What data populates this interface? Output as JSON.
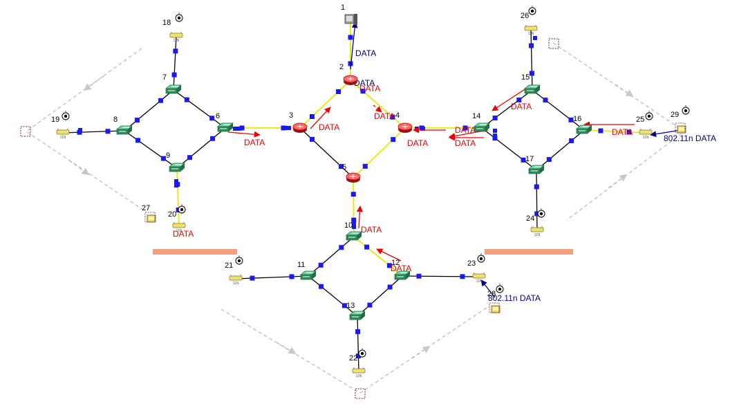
{
  "colors": {
    "wired": "#000000",
    "wireless": "#e8e800",
    "data_flow": "#ee0000",
    "wireless_flow": "#000088",
    "port": "#1a1aee",
    "mobility_path": "#b0b0b0",
    "barrier": "#f4a080",
    "router": "#dd2222",
    "switch": "#2e8b57"
  },
  "ap_text": "11N",
  "nodes": [
    {
      "id": "1",
      "label": "1",
      "type": "server"
    },
    {
      "id": "2",
      "label": "2",
      "type": "router"
    },
    {
      "id": "3",
      "label": "3",
      "type": "router"
    },
    {
      "id": "4",
      "label": "4",
      "type": "router"
    },
    {
      "id": "5",
      "label": "5",
      "type": "router"
    },
    {
      "id": "6",
      "label": "6",
      "type": "switch"
    },
    {
      "id": "7",
      "label": "7",
      "type": "switch"
    },
    {
      "id": "8",
      "label": "8",
      "type": "switch"
    },
    {
      "id": "9",
      "label": "9",
      "type": "switch"
    },
    {
      "id": "10",
      "label": "10",
      "type": "switch"
    },
    {
      "id": "11",
      "label": "11",
      "type": "switch"
    },
    {
      "id": "12",
      "label": "12",
      "type": "switch"
    },
    {
      "id": "13",
      "label": "13",
      "type": "switch"
    },
    {
      "id": "14",
      "label": "14",
      "type": "switch"
    },
    {
      "id": "15",
      "label": "15",
      "type": "switch"
    },
    {
      "id": "16",
      "label": "16",
      "type": "switch"
    },
    {
      "id": "17",
      "label": "17",
      "type": "switch"
    },
    {
      "id": "18",
      "label": "18",
      "type": "ap"
    },
    {
      "id": "19",
      "label": "19",
      "type": "ap"
    },
    {
      "id": "20",
      "label": "20",
      "type": "ap"
    },
    {
      "id": "21",
      "label": "21",
      "type": "ap"
    },
    {
      "id": "22",
      "label": "22",
      "type": "ap"
    },
    {
      "id": "23",
      "label": "23",
      "type": "ap"
    },
    {
      "id": "24",
      "label": "24",
      "type": "ap"
    },
    {
      "id": "25",
      "label": "25",
      "type": "ap"
    },
    {
      "id": "26",
      "label": "26",
      "type": "ap"
    },
    {
      "id": "27",
      "label": "27",
      "type": "station"
    },
    {
      "id": "28",
      "label": "28",
      "type": "station"
    },
    {
      "id": "29",
      "label": "29",
      "type": "station"
    }
  ],
  "links": [
    {
      "from": "1",
      "to": "2",
      "kind": "wireless"
    },
    {
      "from": "2",
      "to": "3",
      "kind": "wireless"
    },
    {
      "from": "2",
      "to": "4",
      "kind": "wireless"
    },
    {
      "from": "3",
      "to": "6",
      "kind": "wireless"
    },
    {
      "from": "3",
      "to": "5",
      "kind": "wired"
    },
    {
      "from": "4",
      "to": "5",
      "kind": "wireless"
    },
    {
      "from": "4",
      "to": "14",
      "kind": "wireless"
    },
    {
      "from": "5",
      "to": "10",
      "kind": "wireless"
    },
    {
      "from": "6",
      "to": "7",
      "kind": "wired"
    },
    {
      "from": "6",
      "to": "9",
      "kind": "wired"
    },
    {
      "from": "7",
      "to": "8",
      "kind": "wired"
    },
    {
      "from": "8",
      "to": "9",
      "kind": "wired"
    },
    {
      "from": "7",
      "to": "18",
      "kind": "wired"
    },
    {
      "from": "8",
      "to": "19",
      "kind": "wired"
    },
    {
      "from": "9",
      "to": "20",
      "kind": "wireless"
    },
    {
      "from": "10",
      "to": "11",
      "kind": "wired"
    },
    {
      "from": "10",
      "to": "12",
      "kind": "wireless"
    },
    {
      "from": "11",
      "to": "13",
      "kind": "wired"
    },
    {
      "from": "12",
      "to": "13",
      "kind": "wired"
    },
    {
      "from": "11",
      "to": "21",
      "kind": "wired"
    },
    {
      "from": "12",
      "to": "23",
      "kind": "wired"
    },
    {
      "from": "13",
      "to": "22",
      "kind": "wired"
    },
    {
      "from": "14",
      "to": "15",
      "kind": "wired"
    },
    {
      "from": "14",
      "to": "17",
      "kind": "wired"
    },
    {
      "from": "15",
      "to": "16",
      "kind": "wired"
    },
    {
      "from": "16",
      "to": "17",
      "kind": "wired"
    },
    {
      "from": "15",
      "to": "26",
      "kind": "wired"
    },
    {
      "from": "16",
      "to": "25",
      "kind": "wireless"
    },
    {
      "from": "17",
      "to": "24",
      "kind": "wired"
    }
  ],
  "flow_labels": [
    {
      "id": "f1",
      "text": "DATA",
      "kind": "wireless_flow"
    },
    {
      "id": "f2",
      "text": "DATA",
      "kind": "wireless_flow"
    },
    {
      "id": "f3",
      "text": "DATA",
      "kind": "data_flow"
    },
    {
      "id": "f4",
      "text": "DATA",
      "kind": "data_flow"
    },
    {
      "id": "f5",
      "text": "DATA",
      "kind": "data_flow"
    },
    {
      "id": "f6",
      "text": "DATA",
      "kind": "data_flow"
    },
    {
      "id": "f7",
      "text": "DATA",
      "kind": "data_flow"
    },
    {
      "id": "f8",
      "text": "DATA",
      "kind": "data_flow"
    },
    {
      "id": "f9",
      "text": "DATA",
      "kind": "data_flow"
    },
    {
      "id": "f10",
      "text": "DATA",
      "kind": "data_flow"
    },
    {
      "id": "f11",
      "text": "DATA",
      "kind": "data_flow"
    },
    {
      "id": "f12",
      "text": "DATA",
      "kind": "data_flow"
    },
    {
      "id": "f13",
      "text": "DATA",
      "kind": "data_flow"
    },
    {
      "id": "f14",
      "text": "DATA",
      "kind": "data_flow"
    },
    {
      "id": "f15",
      "text": "DATA",
      "kind": "data_flow"
    },
    {
      "id": "f16",
      "text": "802.11n DATA",
      "kind": "wireless_flow"
    },
    {
      "id": "f17",
      "text": "802.11n DATA",
      "kind": "wireless_flow"
    }
  ]
}
